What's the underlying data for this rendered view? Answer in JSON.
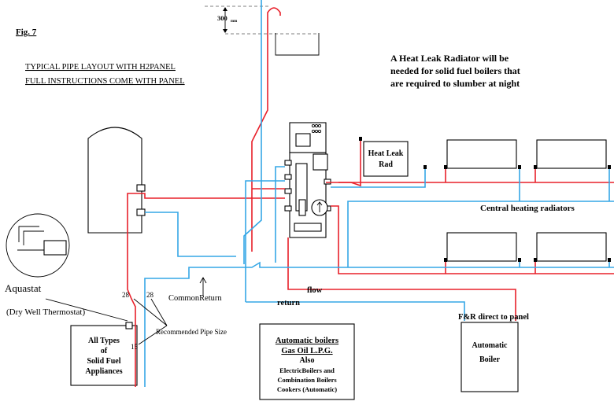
{
  "figure_label": "Fig. 7",
  "heading": {
    "line1": "TYPICAL PIPE LAYOUT WITH H2PANEL",
    "line2": "FULL INSTRUCTIONS COME WITH PANEL"
  },
  "note": {
    "line1": "A Heat Leak Radiator will be",
    "line2": "needed for solid fuel boilers that",
    "line3": "are required to slumber at night"
  },
  "dimension": {
    "value": "300",
    "unit": "mm"
  },
  "labels": {
    "heat_leak_rad_1": "Heat Leak",
    "heat_leak_rad_2": "Rad",
    "central_heating": "Central heating radiators",
    "aquastat": "Aquastat",
    "dry_well": "(Dry Well Thermostat)",
    "pipe_28_a": "28",
    "pipe_28_b": "28",
    "pipe_15": "15",
    "common_return": "CommonReturn",
    "recommended_pipe_size": "Recommended Pipe Size",
    "flow": "flow",
    "return": "return",
    "fr_direct": "F&R direct to panel"
  },
  "solid_fuel_box": {
    "line1": "All Types",
    "line2": "of",
    "line3": "Solid Fuel",
    "line4": "Appliances"
  },
  "automatic_boiler": {
    "line1": "Automatic",
    "line2": "Boiler"
  },
  "auto_boilers_box": {
    "title": "Automatic boilers",
    "fuels": "Gas  Oil  L.P.G.",
    "also": "Also",
    "line1": "ElectricBoilers and",
    "line2": "Combination Boilers",
    "line3": "Cookers (Automatic)"
  },
  "colors": {
    "flow_pipe": "#e8202a",
    "return_pipe": "#35a7e6"
  }
}
